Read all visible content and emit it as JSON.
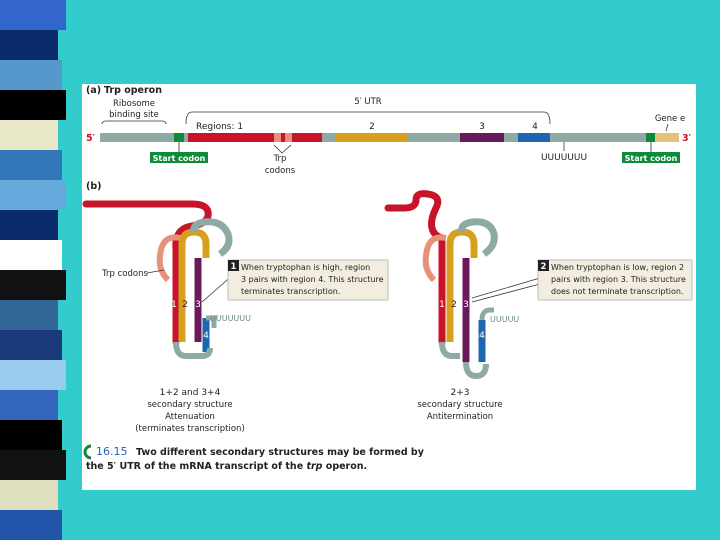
{
  "stripe_colors": [
    "#3366cc",
    "#0a2a6a",
    "#5599cc",
    "#000000",
    "#e8e8c8",
    "#3377bb",
    "#66aadd",
    "#0a2a6a",
    "#ffffff",
    "#111111",
    "#336699",
    "#1a3a7a",
    "#99ccee",
    "#3366bb",
    "#000000",
    "#111111",
    "#e0e0c0",
    "#2255aa"
  ],
  "colors": {
    "red": "#c8142b",
    "orange": "#d4a01e",
    "gray": "#8fa9a4",
    "purple": "#6a1a5a",
    "blue": "#1f66b0",
    "green": "#0f8a3a",
    "salmon": "#e8917a",
    "label_green": "#0f8a3a",
    "box_bg": "#f3ede0"
  },
  "figure": {
    "part_a": {
      "label": "(a)",
      "title": "Trp operon",
      "rbs_line1": "Ribosome",
      "rbs_line2": "binding site",
      "utr_label": "5′ UTR",
      "regions_label": "Regions: 1",
      "region2": "2",
      "region3": "3",
      "region4": "4",
      "gene_label": "Gene e",
      "five_prime": "5′",
      "three_prime": "3′",
      "start_codon_left": "Start codon",
      "trp_codons_line1": "Trp",
      "trp_codons_line2": "codons",
      "uuu": "UUUUUUU",
      "start_codon_right": "Start codon"
    },
    "part_b": {
      "label": "(b)",
      "trp_codons": "Trp codons",
      "left_n1": "1",
      "left_n2": "2",
      "left_n3": "3",
      "left_n4": "4",
      "left_uuu": "UUUUUUU",
      "callout1_num": "1",
      "callout1_l1": "When tryptophan is high, region",
      "callout1_l2": "3 pairs with region 4. This structure",
      "callout1_l3": "terminates transcription.",
      "right_n1": "1",
      "right_n2": "2",
      "right_n3": "3",
      "right_n4": "4",
      "right_uuu": "UUUUU",
      "callout2_num": "2",
      "callout2_l1": "When tryptophan is low, region 2",
      "callout2_l2": "pairs with region 3. This structure",
      "callout2_l3": "does not terminate transcription.",
      "left_cap1": "1+2 and 3+4",
      "left_cap2": "secondary structure",
      "left_cap3": "Attenuation",
      "left_cap4": "(terminates transcription)",
      "right_cap1": "2+3",
      "right_cap2": "secondary structure",
      "right_cap3": "Antitermination"
    },
    "caption": {
      "number": "16.15",
      "line1": "Two different secondary structures may be formed by",
      "line2_a": "the 5′ UTR of the mRNA transcript of the ",
      "line2_b": "trp",
      "line2_c": " operon."
    }
  }
}
